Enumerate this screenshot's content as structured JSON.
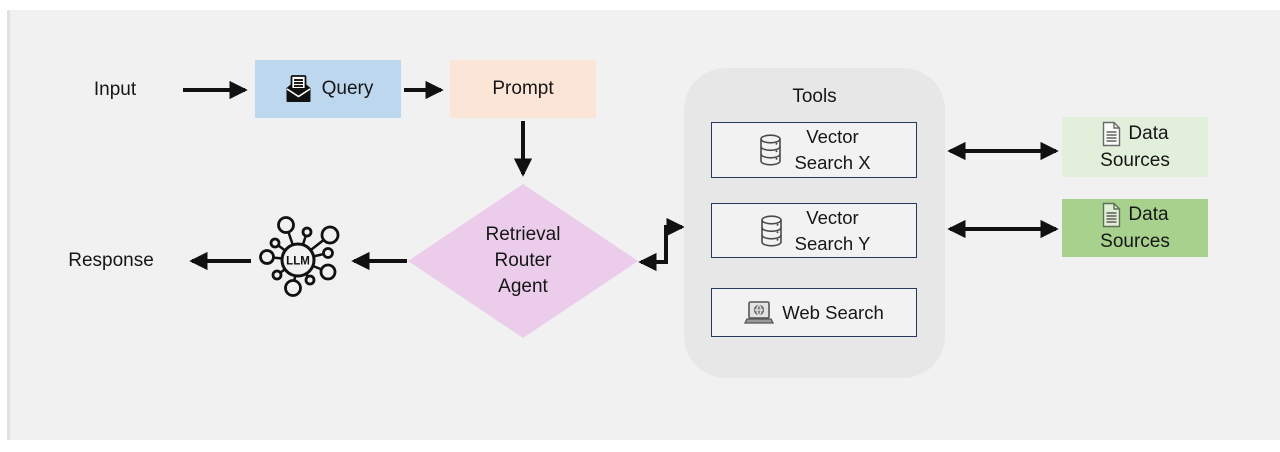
{
  "diagram": {
    "background": "#f1f1f1",
    "arrow_color": "#111111",
    "input_label": "Input",
    "response_label": "Response",
    "query": {
      "label": "Query",
      "fill": "#bdd7ee",
      "icon": "envelope-icon"
    },
    "prompt": {
      "label": "Prompt",
      "fill": "#fbe5d6"
    },
    "router": {
      "line1": "Retrieval",
      "line2": "Router",
      "line3": "Agent",
      "fill": "#ebcdeb"
    },
    "llm": {
      "label": "LLM"
    },
    "tools": {
      "title": "Tools",
      "fill": "#e8e7e7",
      "box_fill": "#f3f2f2",
      "box_border": "#263a5e",
      "items": [
        {
          "line1": "Vector",
          "line2": "Search X",
          "icon": "database-icon"
        },
        {
          "line1": "Vector",
          "line2": "Search Y",
          "icon": "database-icon"
        },
        {
          "line1": "Web Search",
          "icon": "web-search-icon"
        }
      ]
    },
    "data_sources": [
      {
        "line1": "Data",
        "line2": "Sources",
        "fill": "#e2efda",
        "icon": "document-icon"
      },
      {
        "line1": "Data",
        "line2": "Sources",
        "fill": "#a9d18e",
        "icon": "document-icon"
      }
    ]
  }
}
